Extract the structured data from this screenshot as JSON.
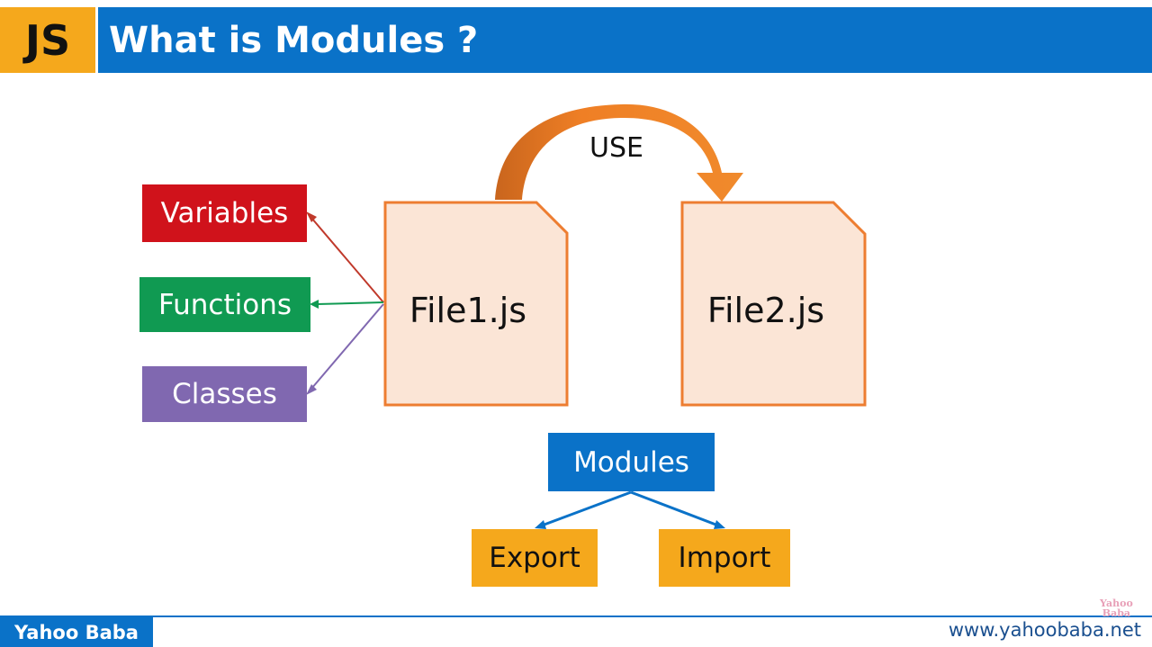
{
  "header": {
    "badge": "JS",
    "title": "What is Modules ?"
  },
  "diagram": {
    "use_label": "USE",
    "file1": "File1.js",
    "file2": "File2.js",
    "left_items": [
      {
        "label": "Variables",
        "color": "#d0121b"
      },
      {
        "label": "Functions",
        "color": "#109a52"
      },
      {
        "label": "Classes",
        "color": "#8068b0"
      }
    ],
    "modules": {
      "label": "Modules",
      "color": "#0a72c8"
    },
    "module_children": [
      {
        "label": "Export",
        "color": "#f5a81c"
      },
      {
        "label": "Import",
        "color": "#f5a81c"
      }
    ],
    "file_fill": "#fbe5d6",
    "file_border": "#ed7d31",
    "arrow_color": "#ed7d31"
  },
  "footer": {
    "brand": "Yahoo Baba",
    "url": "www.yahoobaba.net",
    "watermark": "Yahoo Baba"
  }
}
